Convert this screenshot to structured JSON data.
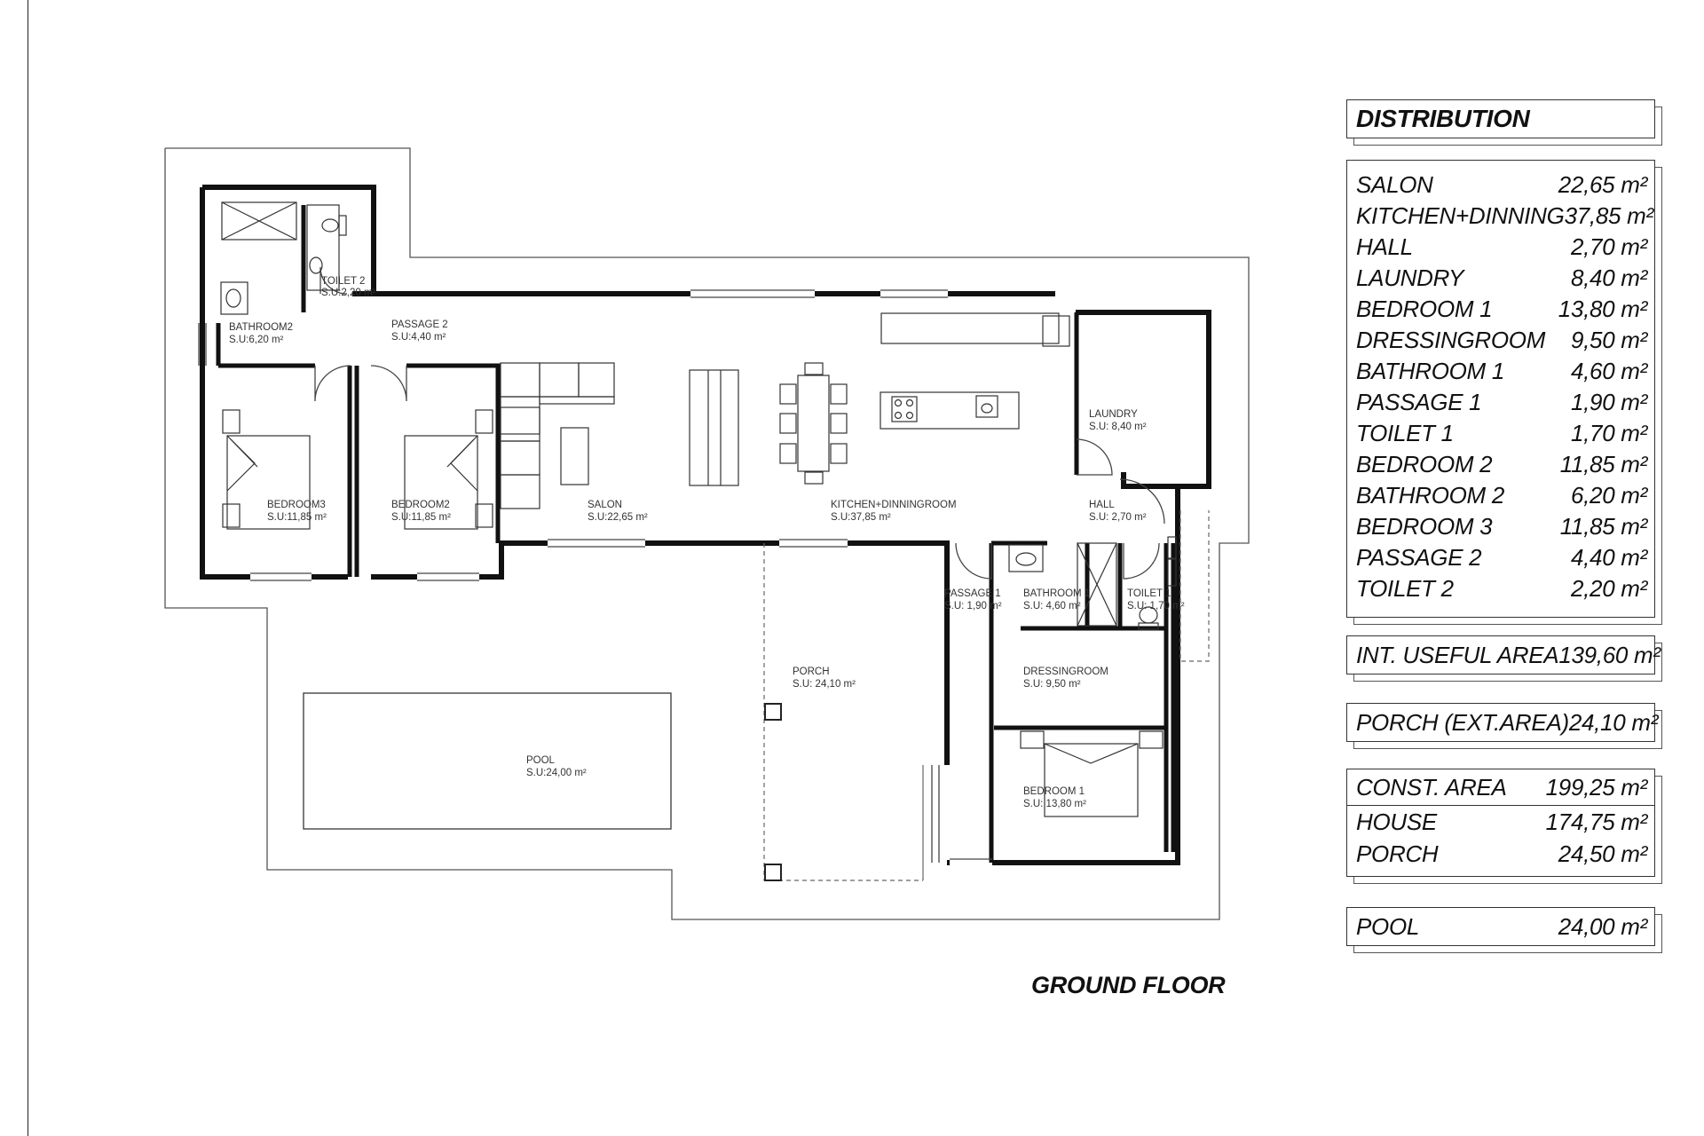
{
  "floor_title": "GROUND FLOOR",
  "distribution": {
    "title": "DISTRIBUTION",
    "rows": [
      {
        "name": "SALON",
        "area": "22,65 m²"
      },
      {
        "name": "KITCHEN+DINNING",
        "area": "37,85 m²"
      },
      {
        "name": "HALL",
        "area": "2,70 m²"
      },
      {
        "name": "LAUNDRY",
        "area": "8,40 m²"
      },
      {
        "name": "BEDROOM 1",
        "area": "13,80 m²"
      },
      {
        "name": "DRESSINGROOM",
        "area": "9,50 m²"
      },
      {
        "name": "BATHROOM 1",
        "area": "4,60 m²"
      },
      {
        "name": "PASSAGE 1",
        "area": "1,90 m²"
      },
      {
        "name": "TOILET 1",
        "area": "1,70 m²"
      },
      {
        "name": "BEDROOM 2",
        "area": "11,85 m²"
      },
      {
        "name": "BATHROOM 2",
        "area": "6,20 m²"
      },
      {
        "name": "BEDROOM 3",
        "area": "11,85 m²"
      },
      {
        "name": "PASSAGE 2",
        "area": "4,40 m²"
      },
      {
        "name": "TOILET 2",
        "area": "2,20 m²"
      }
    ],
    "useful": {
      "name": "INT. USEFUL AREA",
      "area": "139,60 m²"
    },
    "porch_ext": {
      "name": "PORCH (EXT.AREA)",
      "area": "24,10 m²"
    },
    "const": [
      {
        "name": "CONST. AREA",
        "area": "199,25 m²"
      },
      {
        "name": "HOUSE",
        "area": "174,75 m²"
      },
      {
        "name": "PORCH",
        "area": "24,50 m²"
      }
    ],
    "pool": {
      "name": "POOL",
      "area": "24,00 m²"
    }
  },
  "plan_labels": [
    {
      "id": "toilet2",
      "name": "TOILET 2",
      "area": "S.U:2,20 m²"
    },
    {
      "id": "bathroom2",
      "name": "BATHROOM2",
      "area": "S.U:6,20 m²"
    },
    {
      "id": "passage2",
      "name": "PASSAGE 2",
      "area": "S.U:4,40 m²"
    },
    {
      "id": "bedroom3",
      "name": "BEDROOM3",
      "area": "S.U:11,85 m²"
    },
    {
      "id": "bedroom2",
      "name": "BEDROOM2",
      "area": "S.U:11,85 m²"
    },
    {
      "id": "salon",
      "name": "SALON",
      "area": "S.U:22,65 m²"
    },
    {
      "id": "kitchen",
      "name": "KITCHEN+DINNINGROOM",
      "area": "S.U:37,85 m²"
    },
    {
      "id": "laundry",
      "name": "LAUNDRY",
      "area": "S.U: 8,40 m²"
    },
    {
      "id": "hall",
      "name": "HALL",
      "area": "S.U: 2,70 m²"
    },
    {
      "id": "passage1",
      "name": "PASSAGE 1",
      "area": "S.U: 1,90 m²"
    },
    {
      "id": "bathroom1",
      "name": "BATHROOM 1",
      "area": "S.U: 4,60 m²"
    },
    {
      "id": "toilet1",
      "name": "TOILET 1",
      "area": "S.U: 1,70 m²"
    },
    {
      "id": "porch",
      "name": "PORCH",
      "area": "S.U: 24,10 m²"
    },
    {
      "id": "dressing",
      "name": "DRESSINGROOM",
      "area": "S.U: 9,50 m²"
    },
    {
      "id": "bedroom1",
      "name": "BEDROOM 1",
      "area": "S.U: 13,80 m²"
    },
    {
      "id": "pool",
      "name": "POOL",
      "area": "S.U:24,00 m²"
    }
  ]
}
